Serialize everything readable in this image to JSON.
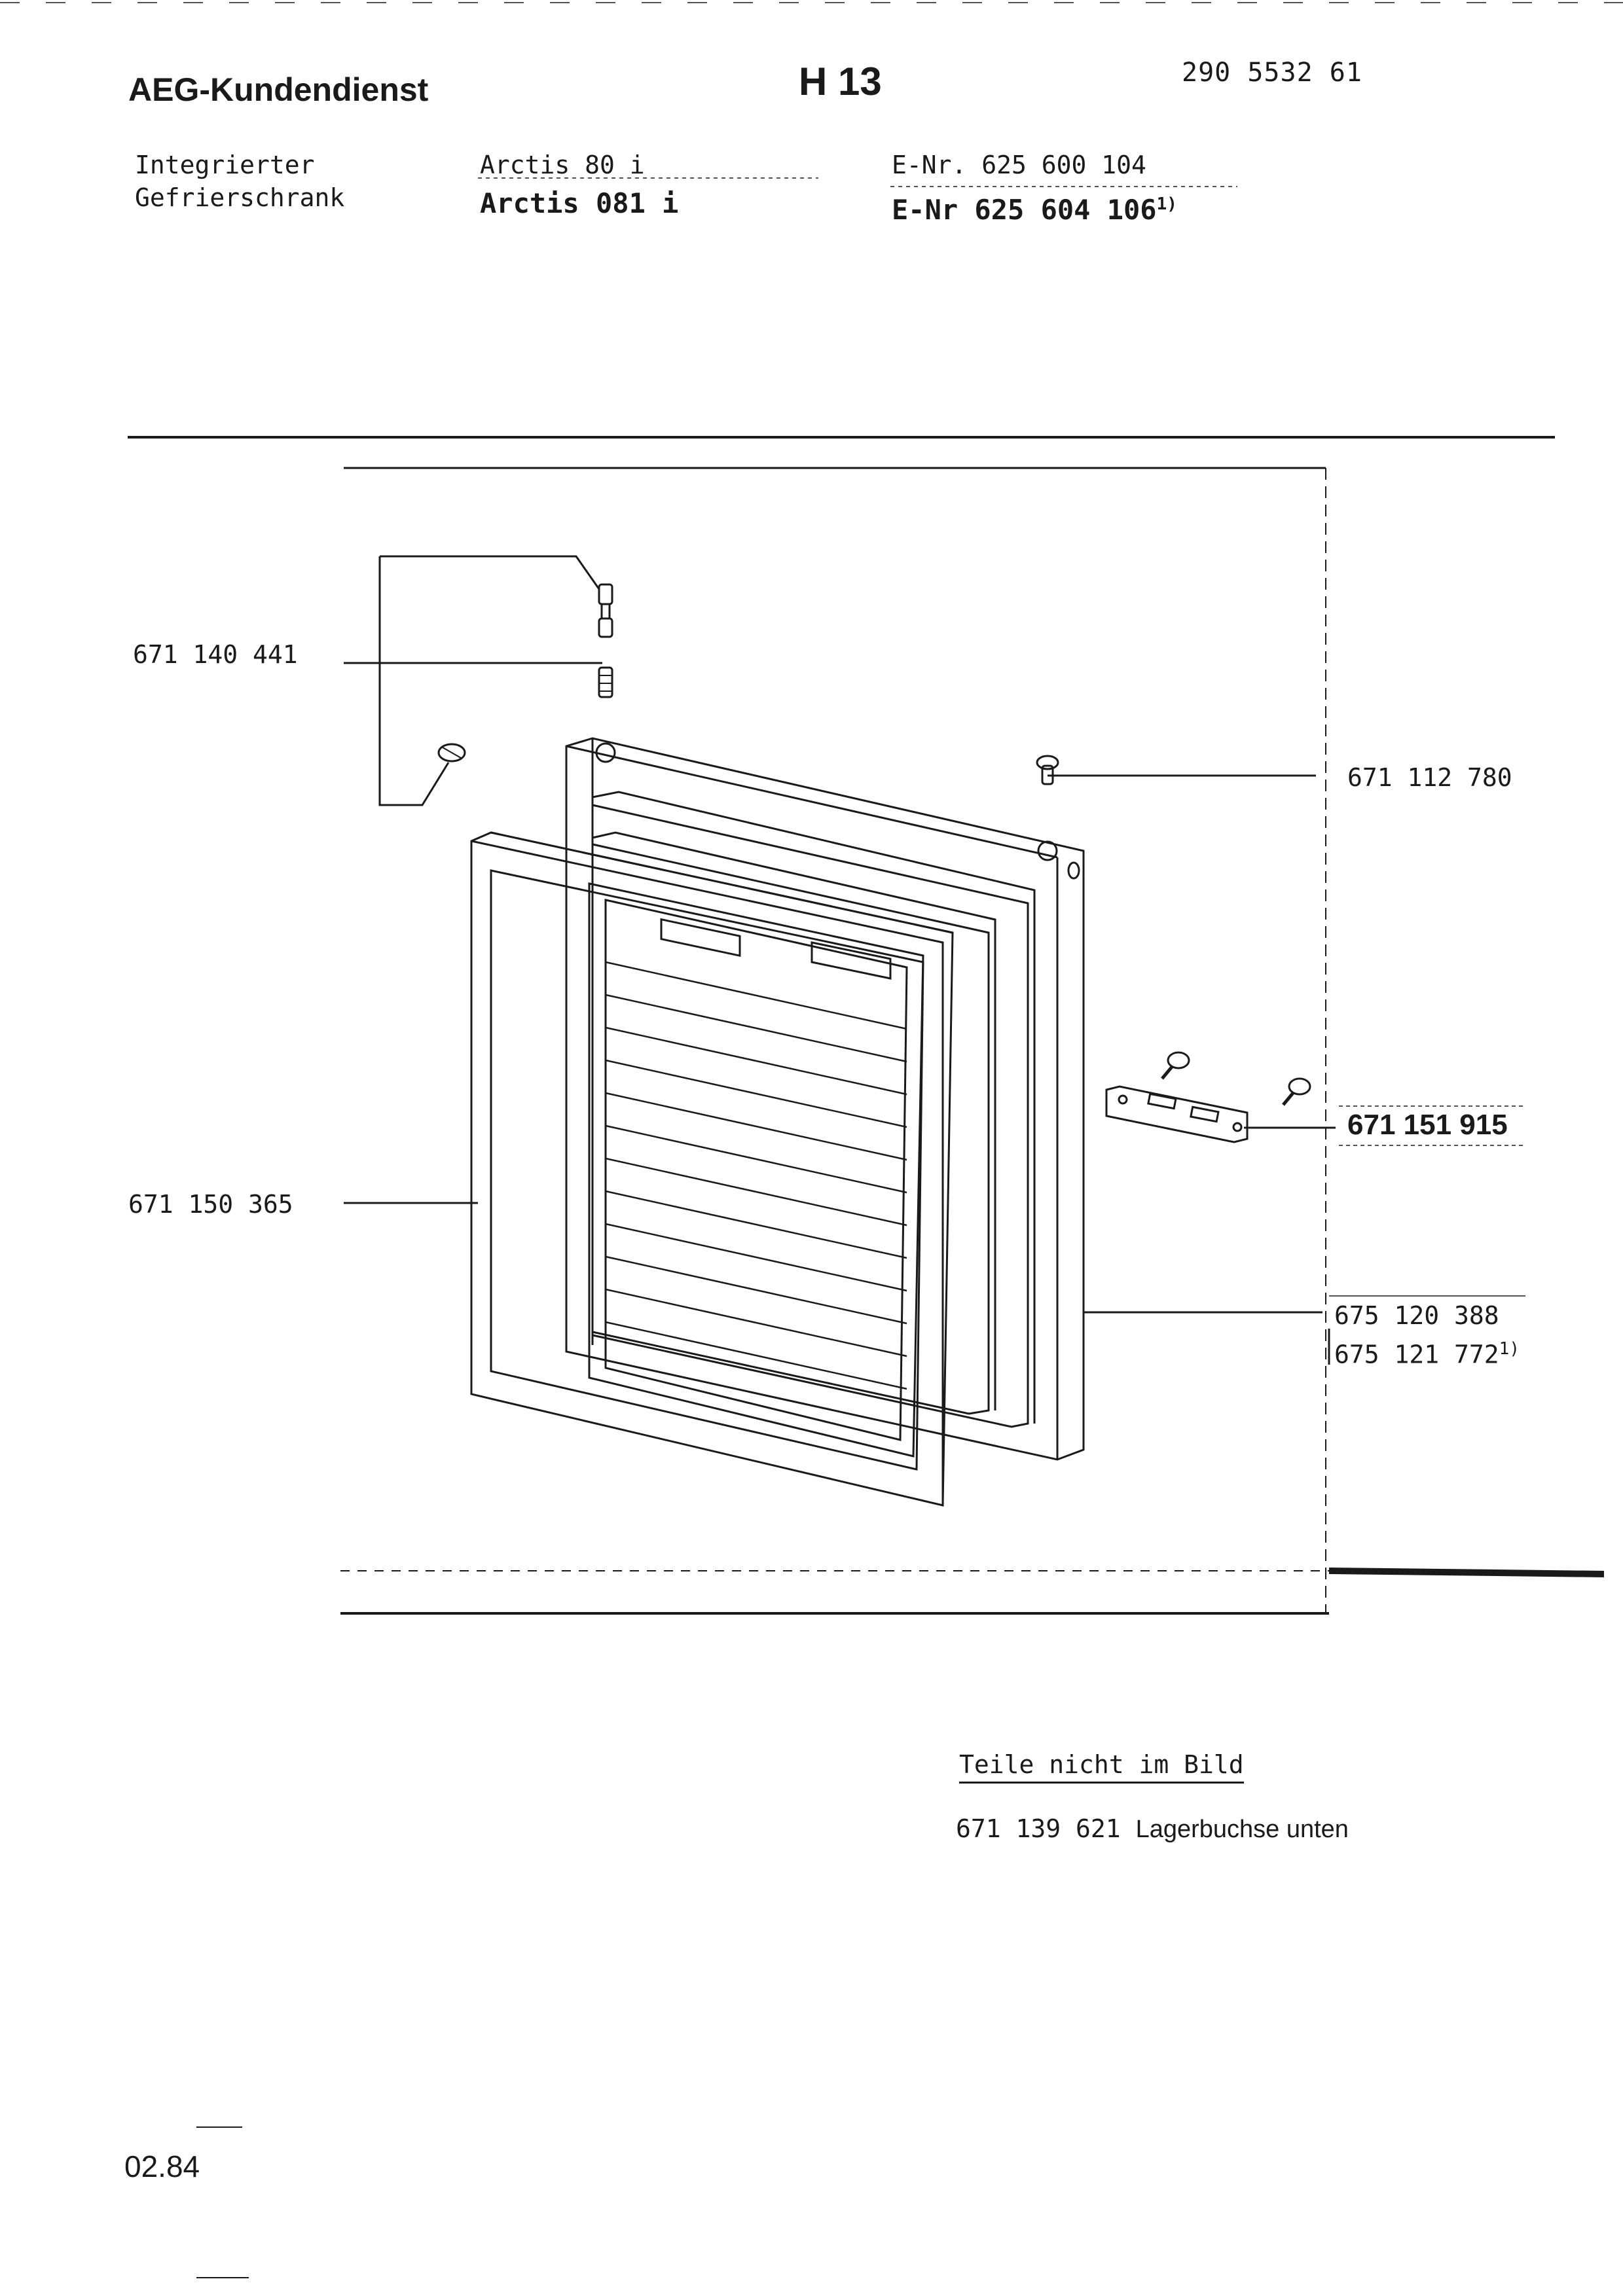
{
  "header": {
    "brand": "AEG-Kundendienst",
    "sheet": "H 13",
    "document_number": "290 5532 61"
  },
  "product": {
    "type_line1": "Integrierter",
    "type_line2": "Gefrierschrank",
    "model1": "Arctis 80 i",
    "model2": "Arctis 081 i",
    "enr1": "E-Nr. 625 600 104",
    "enr2": "E-Nr 625 604 106",
    "footnote_mark": "1)"
  },
  "parts": {
    "p1": "671 140 441",
    "p2": "671 112 780",
    "p3": "671 151 915",
    "p4": "671 150 365",
    "p5a": "675 120 388",
    "p5b": "675 121 772",
    "p5_mark": "1)"
  },
  "not_shown": {
    "heading": "Teile nicht im Bild",
    "item_number": "671 139 621",
    "item_name": "Lagerbuchse unten"
  },
  "footer": {
    "date": "02.84"
  }
}
